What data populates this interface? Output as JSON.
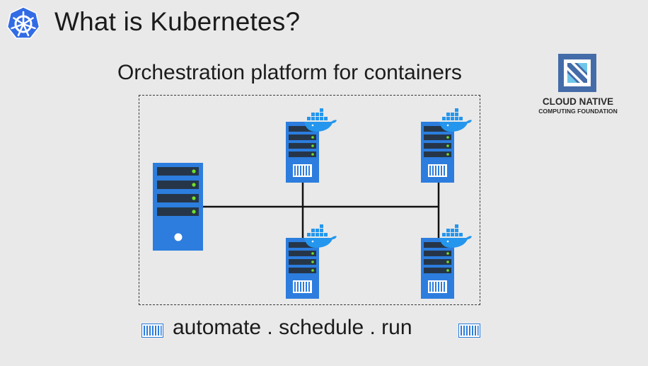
{
  "slide": {
    "title": "What is Kubernetes?",
    "subtitle": "Orchestration platform for containers",
    "tagline": "automate . schedule . run"
  },
  "cncf_logo": {
    "line1": "CLOUD NATIVE",
    "line2": "COMPUTING FOUNDATION"
  },
  "diagram": {
    "master_nodes": 1,
    "worker_nodes": 4,
    "container_runtime_icon": "docker-whale-icon"
  },
  "colors": {
    "background": "#e9e9e9",
    "server_blue": "#2c7dde",
    "server_dark": "#1f4f86",
    "drive_bay": "#263648",
    "led_green": "#6fe02a",
    "kubernetes_blue": "#326ce5",
    "docker_blue": "#2496ed",
    "cncf_blue": "#446ca9",
    "cncf_cyan": "#6fc6ea",
    "text": "#1b1b1b"
  }
}
